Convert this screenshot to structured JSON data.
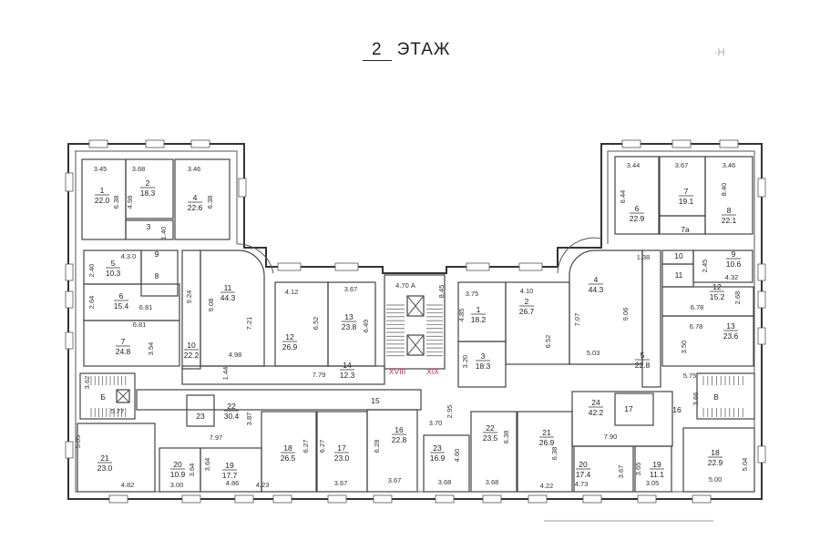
{
  "title": {
    "number": "2",
    "label": "ЭТАЖ"
  },
  "corner_mark": "·Н",
  "rooms": [
    {
      "number": "1",
      "area": "22.0"
    },
    {
      "number": "2",
      "area": "18.3"
    },
    {
      "number": "4",
      "area": "22.6"
    },
    {
      "number": "3",
      "area": null
    },
    {
      "number": "5",
      "area": "10.3"
    },
    {
      "number": "9",
      "area": null
    },
    {
      "number": "8",
      "area": null
    },
    {
      "number": "6",
      "area": "15.4"
    },
    {
      "number": "7",
      "area": "24.8"
    },
    {
      "number": "10",
      "area": "22.2"
    },
    {
      "number": "11",
      "area": "44.3"
    },
    {
      "number": "12",
      "area": "26.9"
    },
    {
      "number": "13",
      "area": "23.8"
    },
    {
      "number": "14",
      "area": "12.3"
    },
    {
      "number": "1",
      "area": "18.2"
    },
    {
      "number": "2",
      "area": "26.7"
    },
    {
      "number": "3",
      "area": "18.3"
    },
    {
      "number": "4",
      "area": "44.3"
    },
    {
      "number": "5",
      "area": "22.8"
    },
    {
      "number": "6",
      "area": "22.9"
    },
    {
      "number": "7",
      "area": "19.1"
    },
    {
      "number": "7а",
      "area": null
    },
    {
      "number": "8",
      "area": "22.1"
    },
    {
      "number": "10",
      "area": null
    },
    {
      "number": "11",
      "area": null
    },
    {
      "number": "9",
      "area": "10.6"
    },
    {
      "number": "12",
      "area": "15.2"
    },
    {
      "number": "13",
      "area": "23.6"
    },
    {
      "number": "21",
      "area": "23.0"
    },
    {
      "number": "23",
      "area": null
    },
    {
      "number": "22",
      "area": "30.4"
    },
    {
      "number": "20",
      "area": "10.9"
    },
    {
      "number": "19",
      "area": "17.7"
    },
    {
      "number": "18",
      "area": "26.5"
    },
    {
      "number": "17",
      "area": "23.0"
    },
    {
      "number": "16",
      "area": "22.8"
    },
    {
      "number": "15",
      "area": null
    },
    {
      "number": "23",
      "area": "16.9"
    },
    {
      "number": "22",
      "area": "23.5"
    },
    {
      "number": "21",
      "area": "26.9"
    },
    {
      "number": "24",
      "area": "42.2"
    },
    {
      "number": "17",
      "area": null
    },
    {
      "number": "20",
      "area": "17.4"
    },
    {
      "number": "19",
      "area": "11.1"
    },
    {
      "number": "18",
      "area": "22.9"
    },
    {
      "number": "16",
      "area": null
    }
  ],
  "dimensions": [
    "3.45",
    "3.68",
    "3.46",
    "6.38",
    "4.98",
    "6.38",
    "1.40",
    "4.3.0",
    "2.40",
    "6.81",
    "2.64",
    "6.81",
    "3.54",
    "9.24",
    "9.08",
    "7.21",
    "4.98",
    "4.12",
    "6.52",
    "3.67",
    "6.49",
    "7.79",
    "1.44",
    "8.45",
    "3.75",
    "4.85",
    "4.10",
    "6.52",
    "3.20",
    "7.07",
    "9.06",
    "5.03",
    "1.38",
    "3.44",
    "6.44",
    "3.67",
    "3.46",
    "8.40",
    "2.45",
    "4.32",
    "6.78",
    "2.68",
    "6.78",
    "3.50",
    "5.75",
    "3.62",
    "5.77",
    "5.05",
    "4.82",
    "3.87",
    "7.97",
    "3.64",
    "3.00",
    "3.64",
    "4.86",
    "6.27",
    "4.23",
    "6.27",
    "3.67",
    "6.28",
    "3.67",
    "2.95",
    "3.70",
    "4.60",
    "3.68",
    "6.38",
    "3.68",
    "6.38",
    "4.22",
    "7.90",
    "3.67",
    "4.73",
    "3.65",
    "3.05",
    "5.04",
    "5.00",
    "3.66"
  ],
  "markers": {
    "stair_center": "4.70 А",
    "axis_left": "XVIII",
    "axis_right": "XIX",
    "stair_left": "Б",
    "stair_right": "В"
  },
  "colors": {
    "axis_marker": "#c0304a",
    "walls": "#333333"
  }
}
